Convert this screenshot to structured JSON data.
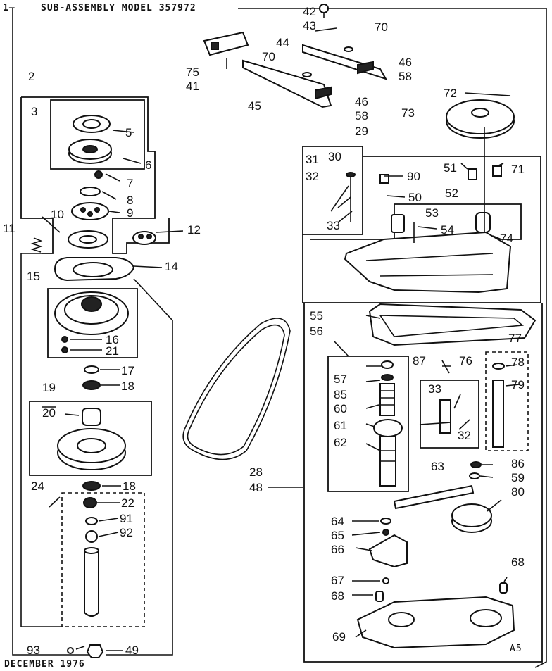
{
  "header": {
    "page_marker": "1—",
    "title": "SUB-ASSEMBLY MODEL 357972",
    "date": "DECEMBER 1976",
    "page_code": "A5"
  },
  "parts": {
    "p2": "2",
    "p3": "3",
    "p5": "5",
    "p6": "6",
    "p7": "7",
    "p8": "8",
    "p9": "9",
    "p10": "10",
    "p11": "11",
    "p12": "12",
    "p14": "14",
    "p15": "15",
    "p16": "16",
    "p21": "21",
    "p17": "17",
    "p18a": "18",
    "p19": "19",
    "p20": "20",
    "p18b": "18",
    "p24": "24",
    "p22": "22",
    "p91": "91",
    "p92": "92",
    "p93": "93",
    "p49": "49",
    "p75": "75",
    "p41": "41",
    "p42": "42",
    "p43": "43",
    "p44": "44",
    "p70a": "70",
    "p70b": "70",
    "p45": "45",
    "p46a": "46",
    "p46b": "46",
    "p58a": "58",
    "p58b": "58",
    "p72": "72",
    "p73": "73",
    "p29": "29",
    "p30": "30",
    "p31": "31",
    "p32a": "32",
    "p33a": "33",
    "p90": "90",
    "p51": "51",
    "p71": "71",
    "p50": "50",
    "p52": "52",
    "p53": "53",
    "p54": "54",
    "p74": "74",
    "p55": "55",
    "p56": "56",
    "p57": "57",
    "p85": "85",
    "p60": "60",
    "p61": "61",
    "p62": "62",
    "p87": "87",
    "p76": "76",
    "p77": "77",
    "p78": "78",
    "p79": "79",
    "p33b": "33",
    "p32b": "32",
    "p28": "28",
    "p48": "48",
    "p63": "63",
    "p86": "86",
    "p59": "59",
    "p80": "80",
    "p64": "64",
    "p65": "65",
    "p66": "66",
    "p67": "67",
    "p68a": "68",
    "p68b": "68",
    "p69": "69"
  }
}
